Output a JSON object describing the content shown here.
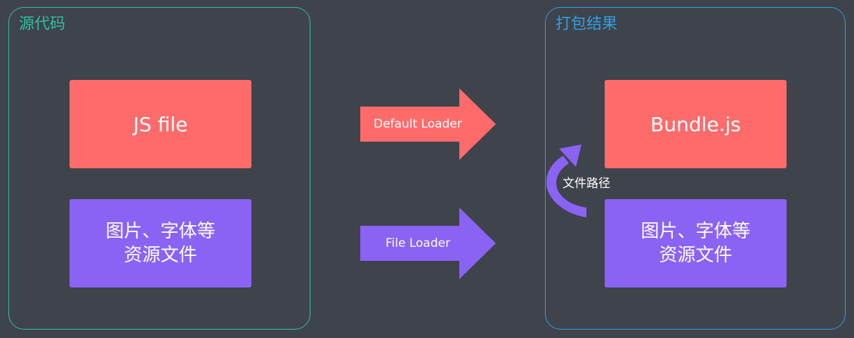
{
  "source_panel": {
    "title": "源代码"
  },
  "output_panel": {
    "title": "打包结果"
  },
  "source_js": {
    "label": "JS file"
  },
  "source_assets": {
    "line1": "图片、字体等",
    "line2": "资源文件"
  },
  "output_bundle": {
    "label": "Bundle.js"
  },
  "output_assets": {
    "line1": "图片、字体等",
    "line2": "资源文件"
  },
  "arrows": {
    "default_loader": "Default Loader",
    "file_loader": "File Loader"
  },
  "path_reference": {
    "label": "文件路径"
  },
  "colors": {
    "background": "#3f434b",
    "source_border": "#2fc1a2",
    "output_border": "#2f9fe3",
    "red_box": "#ff6b6b",
    "purple_box": "#8a63f5"
  }
}
